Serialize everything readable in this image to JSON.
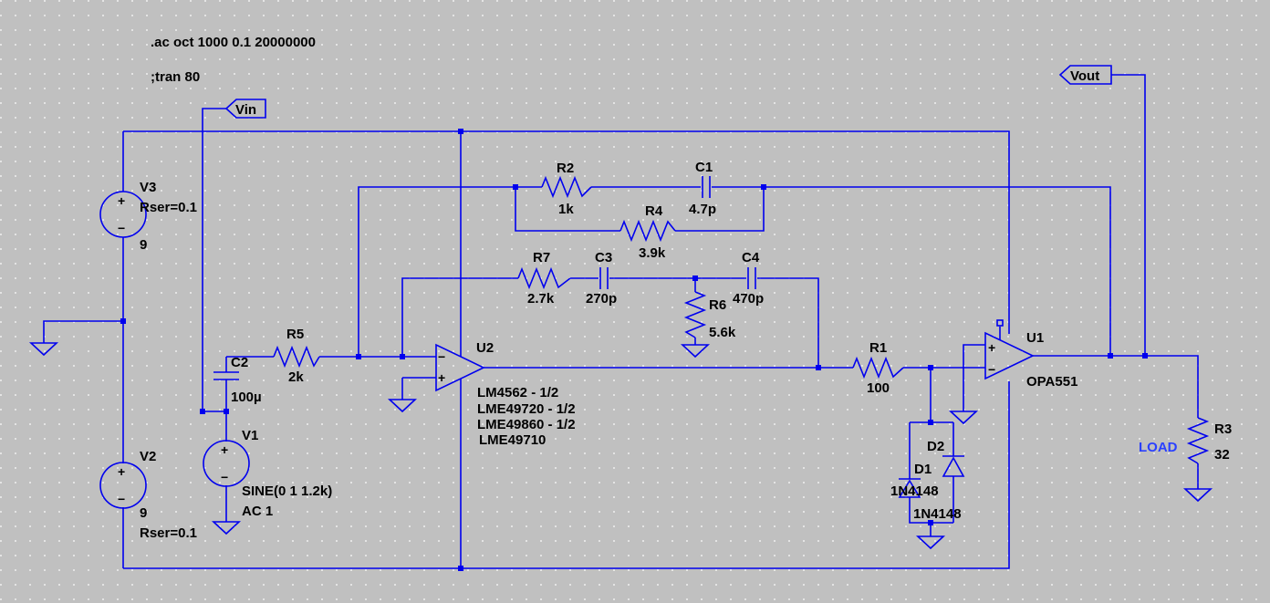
{
  "colors": {
    "background": "#c0c0c0",
    "grid": "#e4e4e4",
    "wire": "#0000ee",
    "text": "#000000",
    "load_label": "#2a40ff"
  },
  "directives": {
    "ac": ".ac oct 1000 0.1 20000000",
    "tran": ";tran 80"
  },
  "net_labels": {
    "vin": "Vin",
    "vout": "Vout",
    "load": "LOAD"
  },
  "components": {
    "V3": {
      "name": "V3",
      "param": "Rser=0.1",
      "value": "9"
    },
    "V2": {
      "name": "V2",
      "value": "9",
      "param": "Rser=0.1"
    },
    "V1": {
      "name": "V1",
      "value1": "SINE(0 1 1.2k)",
      "value2": "AC 1"
    },
    "C2": {
      "name": "C2",
      "value": "100µ"
    },
    "R5": {
      "name": "R5",
      "value": "2k"
    },
    "R2": {
      "name": "R2",
      "value": "1k"
    },
    "C1": {
      "name": "C1",
      "value": "4.7p"
    },
    "R4": {
      "name": "R4",
      "value": "3.9k"
    },
    "R7": {
      "name": "R7",
      "value": "2.7k"
    },
    "C3": {
      "name": "C3",
      "value": "270p"
    },
    "C4": {
      "name": "C4",
      "value": "470p"
    },
    "R6": {
      "name": "R6",
      "value": "5.6k"
    },
    "U2": {
      "name": "U2",
      "models": [
        "LM4562 - 1/2",
        "LME49720 - 1/2",
        "LME49860 - 1/2",
        "LME49710"
      ]
    },
    "R1": {
      "name": "R1",
      "value": "100"
    },
    "D1": {
      "name": "D1",
      "value": "1N4148"
    },
    "D2": {
      "name": "D2",
      "value": "1N4148"
    },
    "U1": {
      "name": "U1",
      "value": "OPA551"
    },
    "R3": {
      "name": "R3",
      "value": "32"
    }
  },
  "pin_marks": {
    "plus": "+",
    "minus": "−"
  }
}
